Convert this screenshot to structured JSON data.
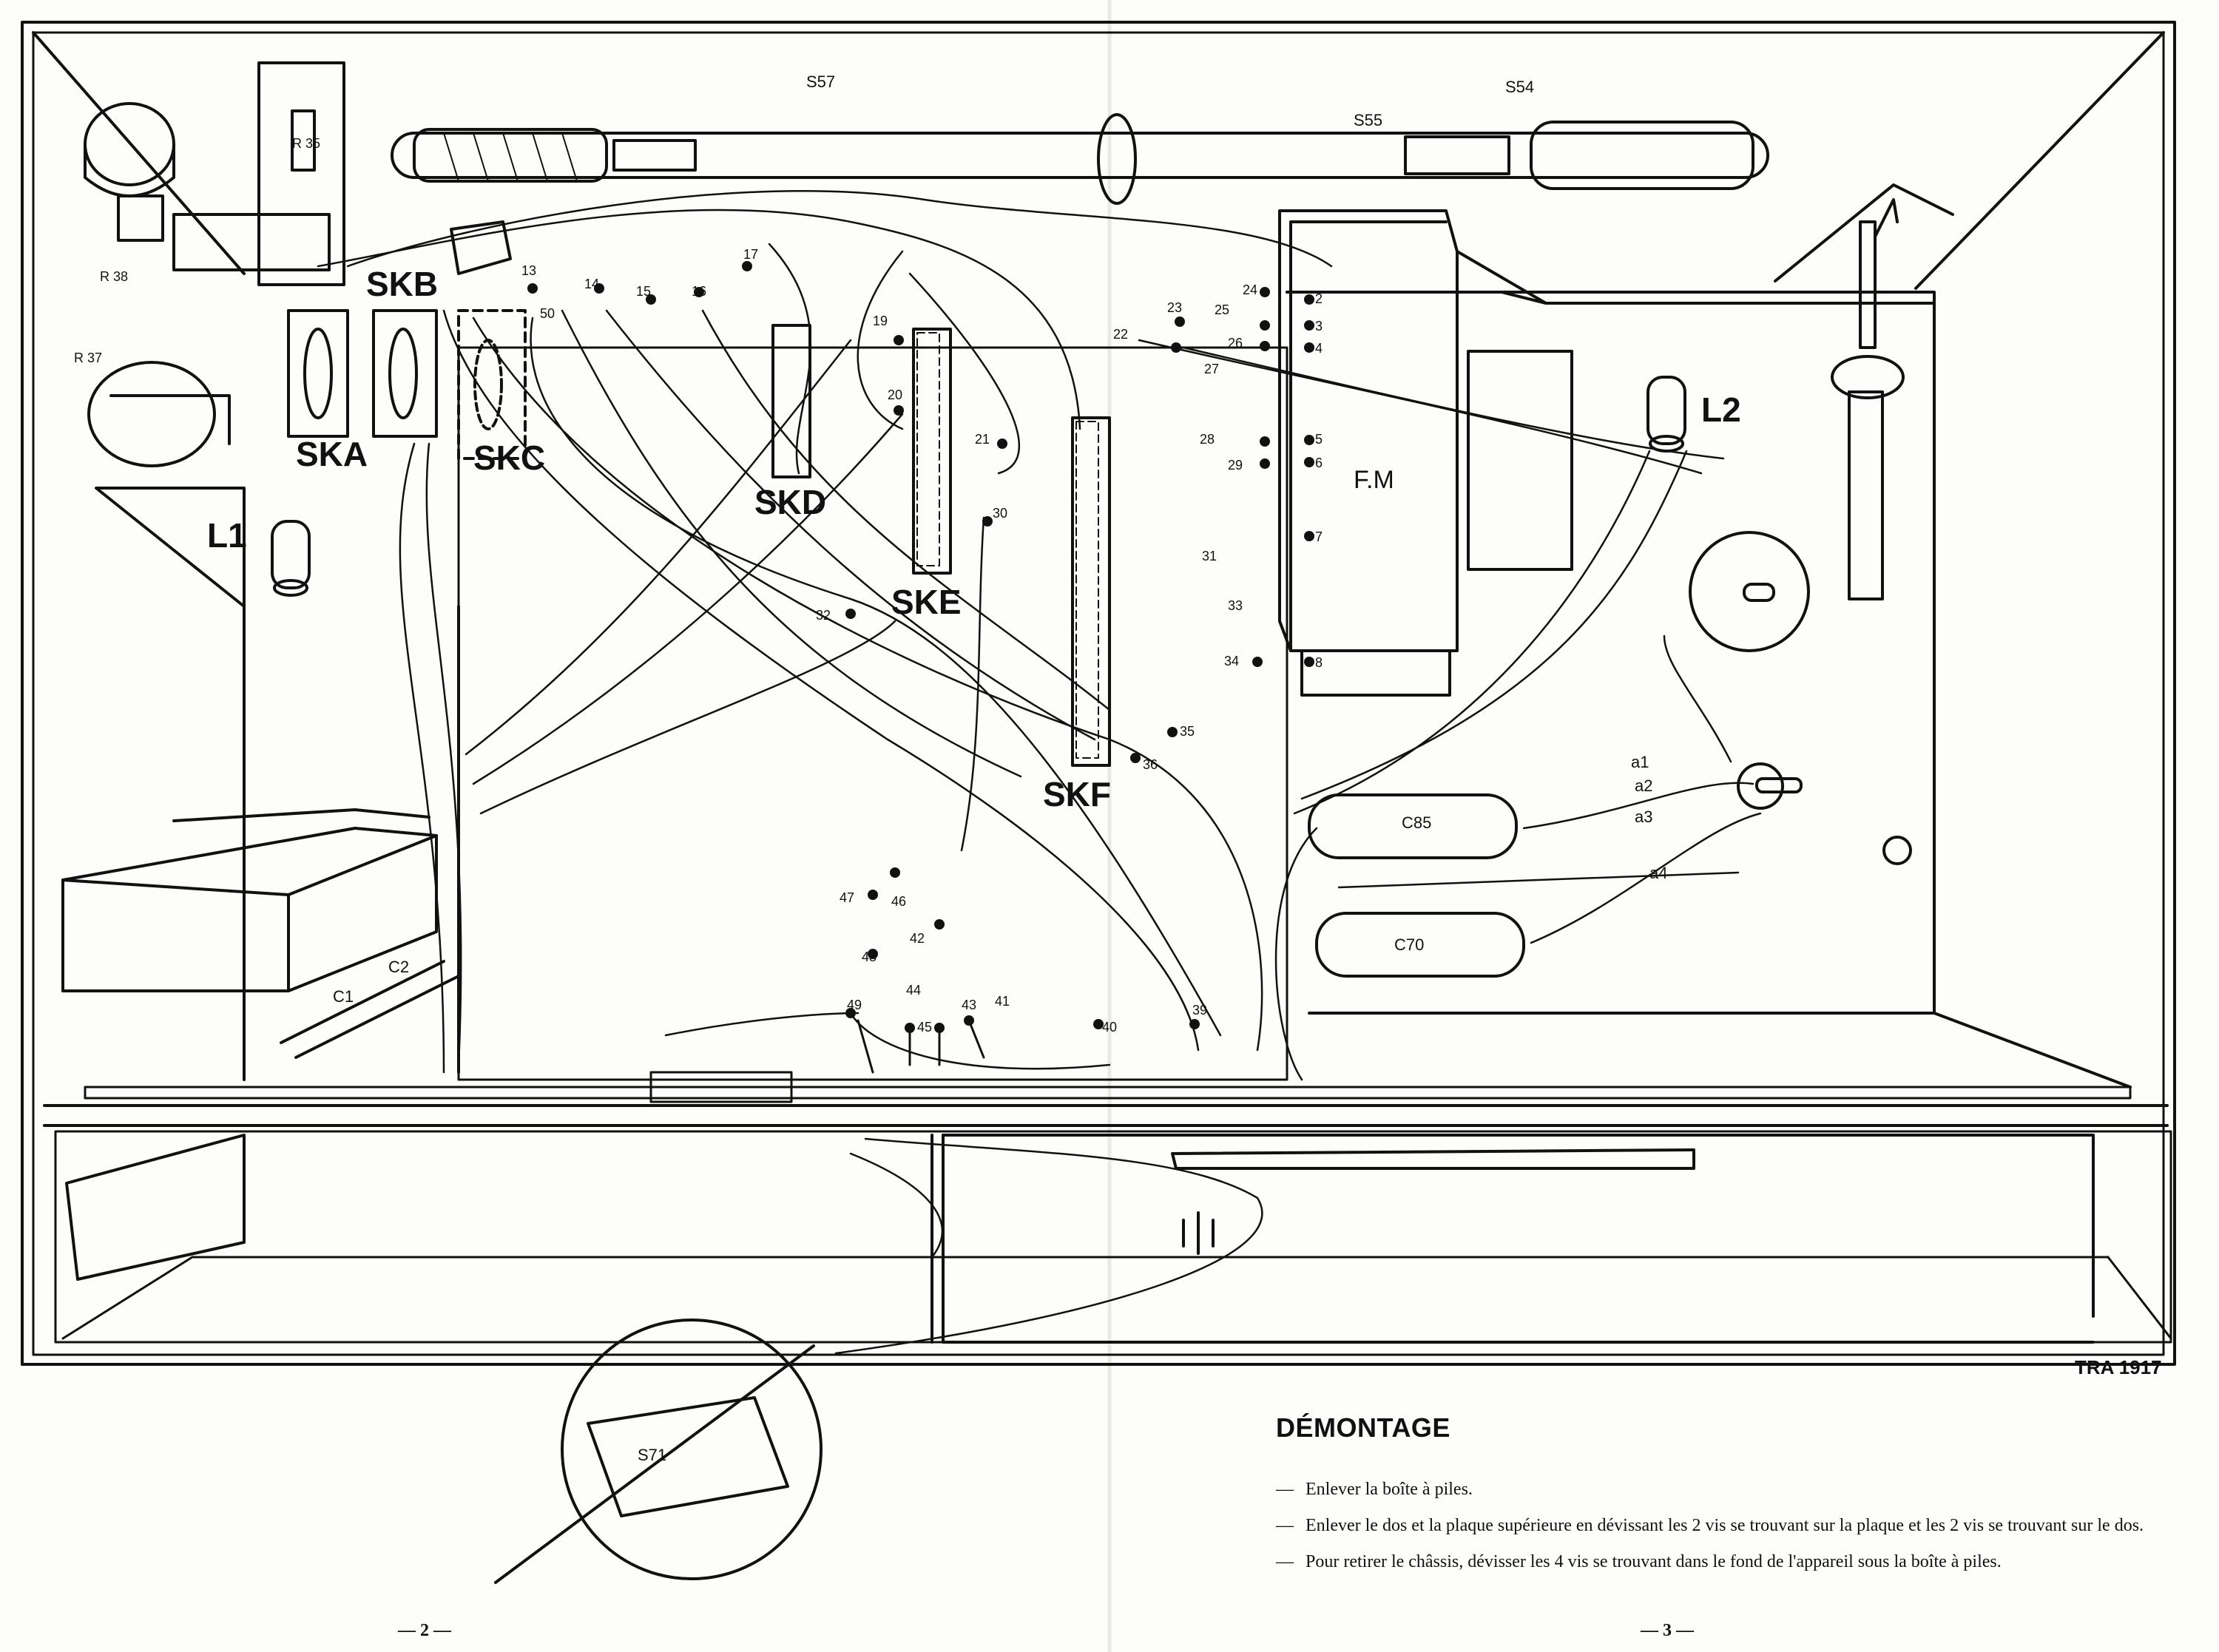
{
  "title": "DÉMONTAGE",
  "instructions": [
    "Enlever la boîte à piles.",
    "Enlever le dos et la plaque supérieure en dévissant les 2 vis se trouvant sur la plaque et les 2 vis se trouvant sur le dos.",
    "Pour retirer le châssis, dévisser les 4 vis se trouvant dans le fond de l'appareil sous la boîte à piles."
  ],
  "page_left": "— 2 —",
  "page_right": "— 3 —",
  "reference": "TRA 1917",
  "components": {
    "ska": "SKA",
    "skb": "SKB",
    "skc": "SKC",
    "skd": "SKD",
    "ske": "SKE",
    "skf": "SKF",
    "fm": "F.M",
    "l1": "L1",
    "l2": "L2",
    "c85": "C85",
    "c70": "C70",
    "c1": "C1",
    "c2": "C2",
    "s71": "S71",
    "s57": "S57",
    "s54": "S54",
    "s55": "S55",
    "r35": "R 35",
    "r38": "R 38",
    "r37": "R 37"
  },
  "terminals": [
    "13",
    "14",
    "15",
    "16",
    "17",
    "19",
    "20",
    "21",
    "22",
    "23",
    "24",
    "25",
    "26",
    "27",
    "28",
    "29",
    "30",
    "31",
    "32",
    "33",
    "34",
    "35",
    "36",
    "39",
    "40",
    "41",
    "42",
    "43",
    "44",
    "45",
    "46",
    "47",
    "48",
    "49",
    "50"
  ],
  "switch_contacts": [
    "a1",
    "a2",
    "a3",
    "a4"
  ],
  "fm_pins": [
    "2",
    "3",
    "4",
    "5",
    "6",
    "7",
    "8"
  ]
}
